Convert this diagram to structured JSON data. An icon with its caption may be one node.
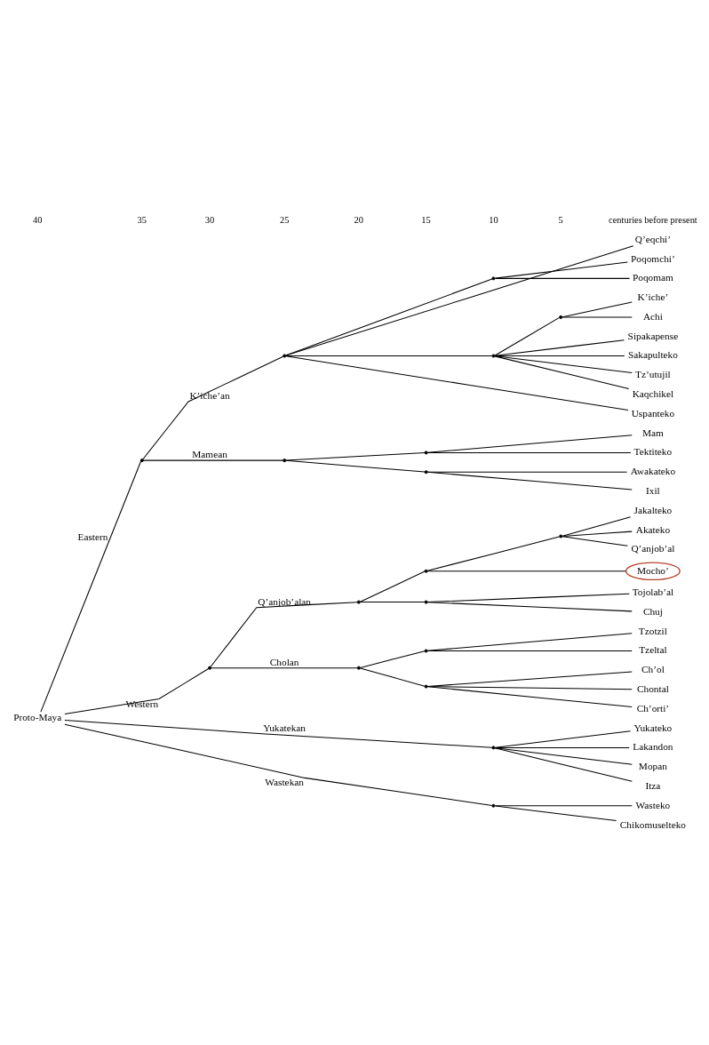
{
  "diagram": {
    "nodes": [
      {
        "text": [
          "Proto-Maya"
        ]
      },
      {
        "text": [],
        "shape": "point"
      },
      {
        "text": [],
        "shape": "point"
      },
      {
        "text": [
          "Q’eqchi’"
        ]
      },
      {
        "text": [],
        "shape": "point"
      },
      {
        "text": [
          "Poqomchi’"
        ]
      },
      {
        "text": [
          "Poqomam"
        ]
      },
      {
        "text": [],
        "shape": "point"
      },
      {
        "text": [],
        "shape": "point"
      },
      {
        "text": [
          "K’iche’"
        ]
      },
      {
        "text": [
          "Achi"
        ]
      },
      {
        "text": [
          "Sipakapense"
        ]
      },
      {
        "text": [
          "Sakapulteko"
        ]
      },
      {
        "text": [
          "Tz’utujil"
        ]
      },
      {
        "text": [
          "Kaqchikel"
        ]
      },
      {
        "text": [
          "Uspanteko"
        ]
      },
      {
        "text": [],
        "shape": "point"
      },
      {
        "text": [],
        "shape": "point"
      },
      {
        "text": [
          "Mam"
        ]
      },
      {
        "text": [
          "Tektiteko"
        ]
      },
      {
        "text": [],
        "shape": "point"
      },
      {
        "text": [
          "Awakateko"
        ]
      },
      {
        "text": [
          "Ixil"
        ]
      },
      {
        "text": [],
        "shape": "point"
      },
      {
        "text": [],
        "shape": "point"
      },
      {
        "text": [],
        "shape": "point"
      },
      {
        "text": [],
        "shape": "point"
      },
      {
        "text": [
          "Jakalteko"
        ]
      },
      {
        "text": [
          "Akateko"
        ]
      },
      {
        "text": [
          "Q’anjob’al"
        ]
      },
      {
        "text": [
          "Mocho’"
        ]
      },
      {
        "text": [],
        "shape": "point"
      },
      {
        "text": [
          "Tojolab’al"
        ]
      },
      {
        "text": [
          "Chuj"
        ]
      },
      {
        "text": [],
        "shape": "point"
      },
      {
        "text": [],
        "shape": "point"
      },
      {
        "text": [
          "Tzotzil"
        ]
      },
      {
        "text": [
          "Tzeltal"
        ]
      },
      {
        "text": [],
        "shape": "point"
      },
      {
        "text": [
          "Ch’ol"
        ]
      },
      {
        "text": [
          "Chontal"
        ]
      },
      {
        "text": [
          "Ch’orti’"
        ]
      },
      {
        "text": [],
        "shape": "point"
      },
      {
        "text": [
          "Yukateko"
        ]
      },
      {
        "text": [
          "Lakandon"
        ]
      },
      {
        "text": [
          "Mopan"
        ]
      },
      {
        "text": [
          "Itza"
        ]
      },
      {
        "text": [],
        "shape": "point"
      },
      {
        "text": [
          "Wasteko"
        ]
      },
      {
        "text": [
          "Chikomuselteko"
        ]
      }
    ],
    "edges": [
      {
        "from": 0,
        "to": 1,
        "arrow": "none",
        "label": "Eastern"
      },
      {
        "from": 1,
        "to": 2,
        "arrow": "none",
        "label": "K’iche’an"
      },
      {
        "from": 2,
        "to": 3,
        "arrow": "none"
      },
      {
        "from": 2,
        "to": 4,
        "arrow": "none"
      },
      {
        "from": 4,
        "to": 5,
        "arrow": "none"
      },
      {
        "from": 4,
        "to": 6,
        "arrow": "none"
      },
      {
        "from": 2,
        "to": 7,
        "arrow": "none"
      },
      {
        "from": 7,
        "to": 8,
        "arrow": "none"
      },
      {
        "from": 8,
        "to": 9,
        "arrow": "none"
      },
      {
        "from": 8,
        "to": 10,
        "arrow": "none"
      },
      {
        "from": 7,
        "to": 11,
        "arrow": "none"
      },
      {
        "from": 7,
        "to": 12,
        "arrow": "none"
      },
      {
        "from": 7,
        "to": 13,
        "arrow": "none"
      },
      {
        "from": 7,
        "to": 14,
        "arrow": "none"
      },
      {
        "from": 2,
        "to": 15,
        "arrow": "none"
      },
      {
        "from": 1,
        "to": 16,
        "arrow": "none",
        "label": "Mamean"
      },
      {
        "from": 16,
        "to": 17,
        "arrow": "none"
      },
      {
        "from": 17,
        "to": 18,
        "arrow": "none"
      },
      {
        "from": 17,
        "to": 19,
        "arrow": "none"
      },
      {
        "from": 16,
        "to": 20,
        "arrow": "none"
      },
      {
        "from": 20,
        "to": 21,
        "arrow": "none"
      },
      {
        "from": 20,
        "to": 22,
        "arrow": "none"
      },
      {
        "from": 0,
        "to": 23,
        "arrow": "none",
        "label": "Western"
      },
      {
        "from": 23,
        "to": 24,
        "arrow": "none",
        "label": "Q’anjob’alan"
      },
      {
        "from": 24,
        "to": 25,
        "arrow": "none"
      },
      {
        "from": 25,
        "to": 26,
        "arrow": "none"
      },
      {
        "from": 26,
        "to": 27,
        "arrow": "none"
      },
      {
        "from": 26,
        "to": 28,
        "arrow": "none"
      },
      {
        "from": 26,
        "to": 29,
        "arrow": "none"
      },
      {
        "from": 25,
        "to": 30,
        "arrow": "none"
      },
      {
        "from": 24,
        "to": 31,
        "arrow": "none"
      },
      {
        "from": 31,
        "to": 32,
        "arrow": "none"
      },
      {
        "from": 31,
        "to": 33,
        "arrow": "none"
      },
      {
        "from": 23,
        "to": 34,
        "arrow": "none",
        "label": "Cholan"
      },
      {
        "from": 34,
        "to": 35,
        "arrow": "none"
      },
      {
        "from": 35,
        "to": 36,
        "arrow": "none"
      },
      {
        "from": 35,
        "to": 37,
        "arrow": "none"
      },
      {
        "from": 34,
        "to": 38,
        "arrow": "none"
      },
      {
        "from": 38,
        "to": 39,
        "arrow": "none"
      },
      {
        "from": 38,
        "to": 40,
        "arrow": "none"
      },
      {
        "from": 38,
        "to": 41,
        "arrow": "none"
      },
      {
        "from": 0,
        "to": 42,
        "arrow": "none",
        "label": "Yukatekan"
      },
      {
        "from": 42,
        "to": 43,
        "arrow": "none"
      },
      {
        "from": 42,
        "to": 44,
        "arrow": "none"
      },
      {
        "from": 42,
        "to": 45,
        "arrow": "none"
      },
      {
        "from": 42,
        "to": 46,
        "arrow": "none"
      },
      {
        "from": 0,
        "to": 47,
        "arrow": "none",
        "label": "Wastekan"
      },
      {
        "from": 47,
        "to": 48,
        "arrow": "none"
      },
      {
        "from": 47,
        "to": 49,
        "arrow": "none"
      }
    ],
    "labels": [
      "40",
      "35",
      "30",
      "25",
      "20",
      "15",
      "10",
      "5",
      "centuries before present"
    ]
  }
}
